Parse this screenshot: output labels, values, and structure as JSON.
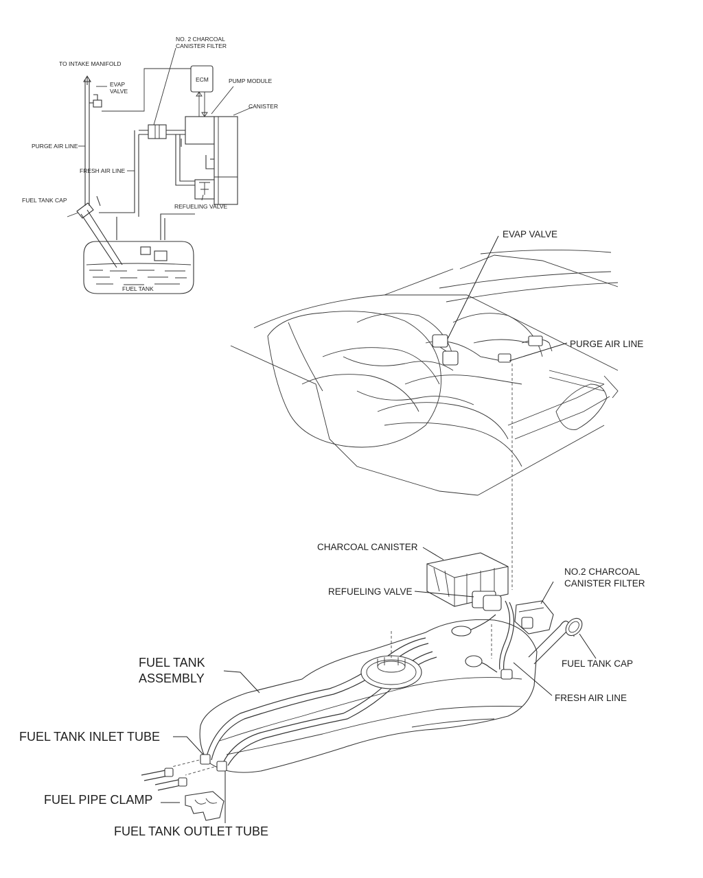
{
  "schematic": {
    "labels": {
      "to_intake_manifold": "TO INTAKE MANIFOLD",
      "no2_filter_line1": "NO. 2 CHARCOAL",
      "no2_filter_line2": "CANISTER FILTER",
      "ecm": "ECM",
      "pump_module": "PUMP MODULE",
      "canister": "CANISTER",
      "evap_valve_line1": "EVAP",
      "evap_valve_line2": "VALVE",
      "purge_air_line": "PURGE AIR LINE",
      "fresh_air_line": "FRESH AIR LINE",
      "fuel_tank_cap": "FUEL TANK CAP",
      "refueling_valve": "REFUELING VALVE",
      "fuel_tank": "FUEL TANK"
    }
  },
  "engine_view": {
    "labels": {
      "evap_valve": "EVAP VALVE",
      "purge_air_line": "PURGE AIR LINE"
    }
  },
  "tank_view": {
    "labels": {
      "charcoal_canister": "CHARCOAL CANISTER",
      "no2_filter_line1": "NO.2 CHARCOAL",
      "no2_filter_line2": "CANISTER FILTER",
      "refueling_valve": "REFUELING VALVE",
      "fuel_tank_cap": "FUEL TANK CAP",
      "fresh_air_line": "FRESH AIR LINE",
      "fuel_tank_assembly_line1": "FUEL TANK",
      "fuel_tank_assembly_line2": "ASSEMBLY",
      "fuel_tank_inlet_tube": "FUEL TANK INLET TUBE",
      "fuel_pipe_clamp": "FUEL PIPE CLAMP",
      "fuel_tank_outlet_tube": "FUEL TANK OUTLET TUBE"
    }
  }
}
